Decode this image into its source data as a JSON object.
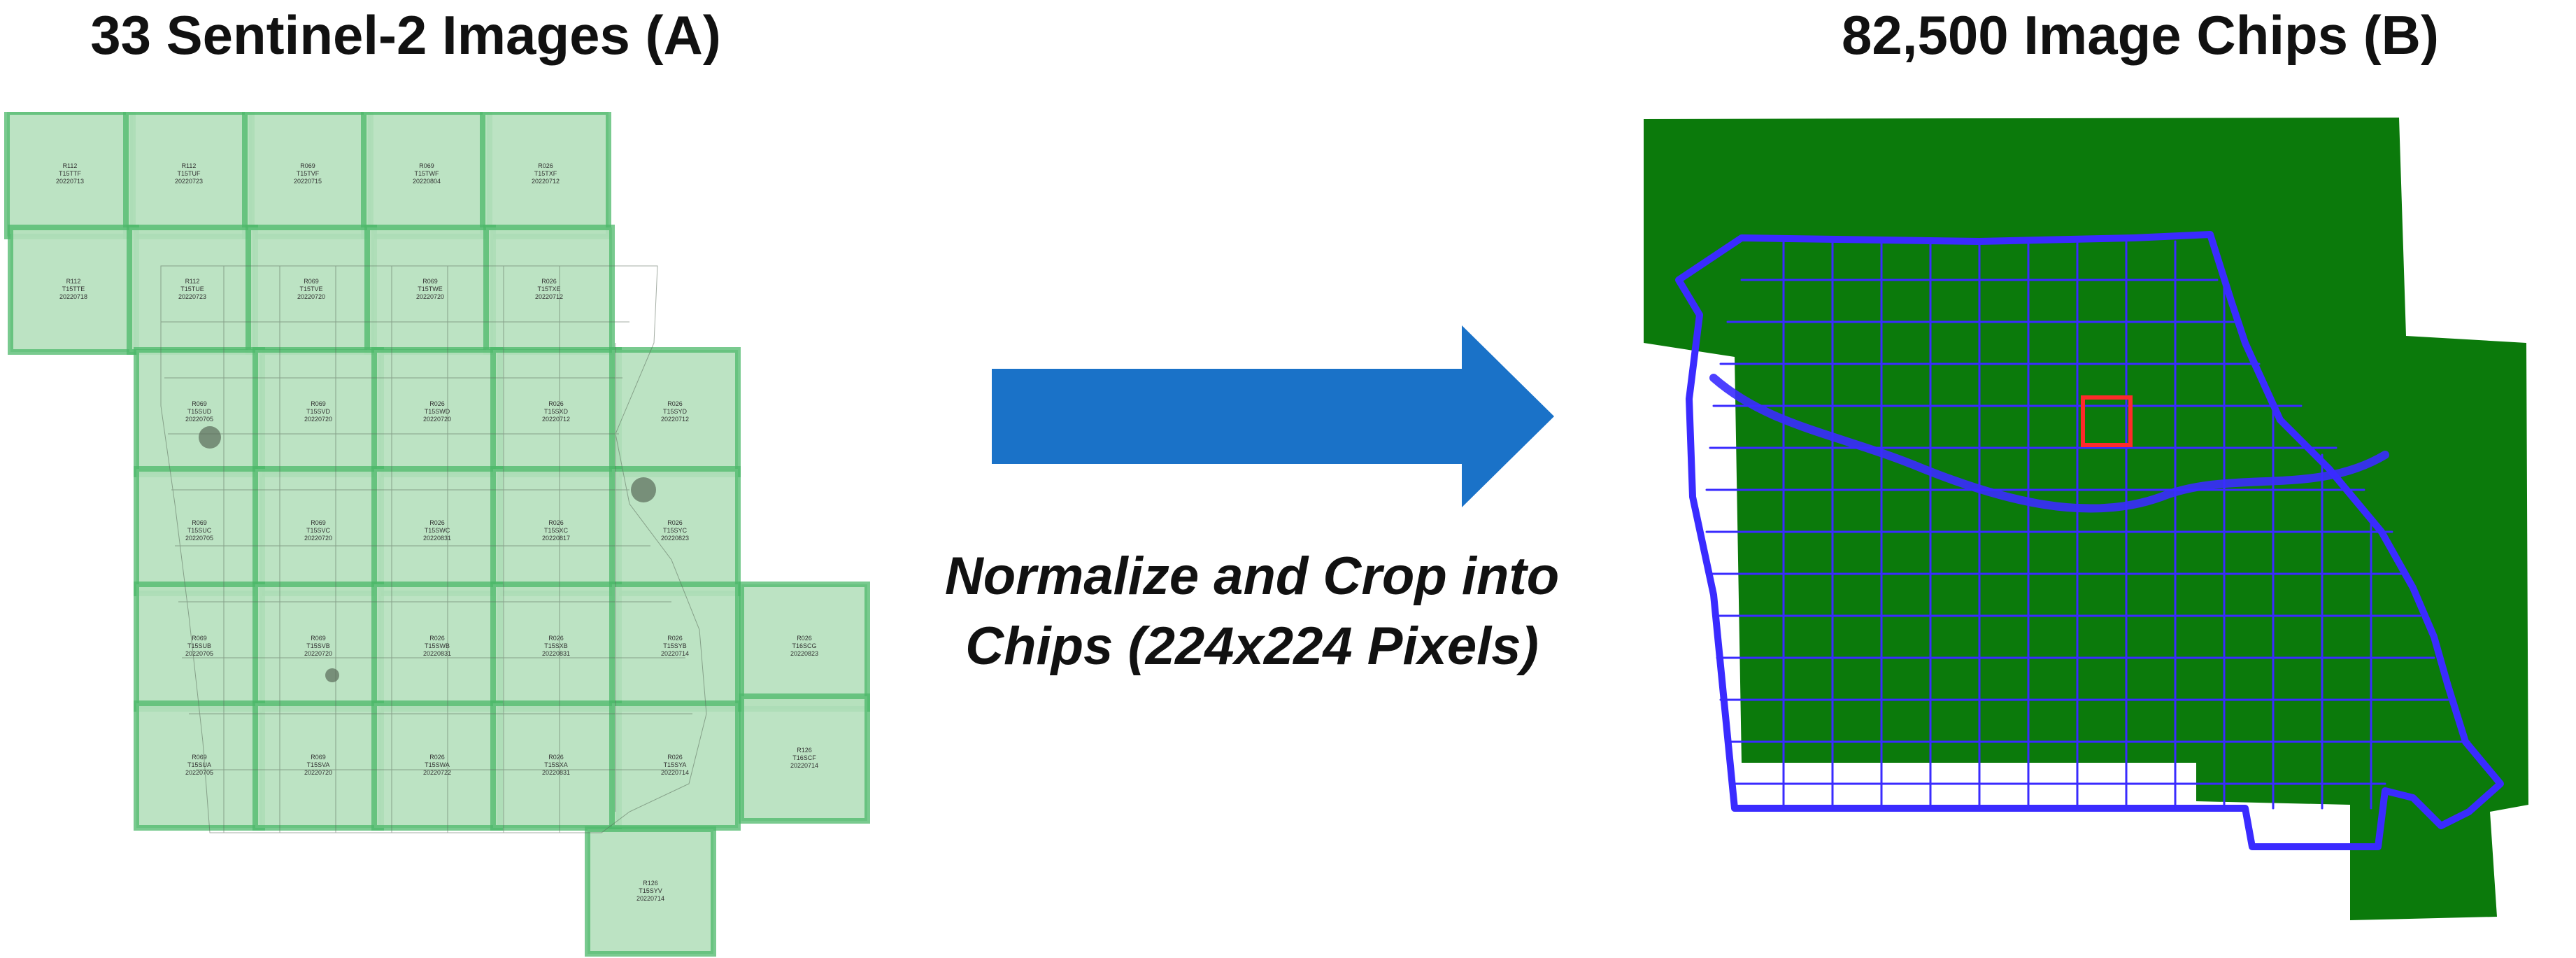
{
  "titles": {
    "left": "33 Sentinel-2 Images (A)",
    "right": "82,500 Image Chips (B)"
  },
  "caption": {
    "line1": "Normalize and Crop  into",
    "line2": "Chips (224x224 Pixels)"
  },
  "colors": {
    "tile_fill": "#b5e0bd",
    "tile_overlap": "#4cb86a",
    "arrow": "#1a72c8",
    "chip_fill": "#0b7a0b",
    "boundary": "#3a2bff",
    "highlight": "#ff2a2a"
  },
  "tiles": [
    {
      "label": "R112\nT15TTF\n20220713"
    },
    {
      "label": "R112\nT15TUF\n20220723"
    },
    {
      "label": "R069\nT15TVF\n20220715"
    },
    {
      "label": "R069\nT15TWF\n20220804"
    },
    {
      "label": "R026\nT15TXF\n20220712"
    },
    {
      "label": "R112\nT15TTE\n20220718"
    },
    {
      "label": "R112\nT15TUE\n20220723"
    },
    {
      "label": "R069\nT15TVE\n20220720"
    },
    {
      "label": "R069\nT15TWE\n20220720"
    },
    {
      "label": "R026\nT15TXE\n20220712"
    },
    {
      "label": "R069\nT15SUD\n20220705"
    },
    {
      "label": "R069\nT15SVD\n20220720"
    },
    {
      "label": "R026\nT15SWD\n20220720"
    },
    {
      "label": "R026\nT15SXD\n20220712"
    },
    {
      "label": "R026\nT15SYD\n20220712"
    },
    {
      "label": "R069\nT15SUC\n20220705"
    },
    {
      "label": "R069\nT15SVC\n20220720"
    },
    {
      "label": "R026\nT15SWC\n20220831"
    },
    {
      "label": "R026\nT15SXC\n20220817"
    },
    {
      "label": "R026\nT15SYC\n20220823"
    },
    {
      "label": "R069\nT15SUB\n20220705"
    },
    {
      "label": "R069\nT15SVB\n20220720"
    },
    {
      "label": "R026\nT15SWB\n20220831"
    },
    {
      "label": "R026\nT15SXB\n20220831"
    },
    {
      "label": "R026\nT15SYB\n20220714"
    },
    {
      "label": "R026\nT16SCG\n20220823"
    },
    {
      "label": "R069\nT15SUA\n20220705"
    },
    {
      "label": "R069\nT15SVA\n20220720"
    },
    {
      "label": "R026\nT15SWA\n20220722"
    },
    {
      "label": "R026\nT15SXA\n20220831"
    },
    {
      "label": "R026\nT15SYA\n20220714"
    },
    {
      "label": "R126\nT16SCF\n20220714"
    },
    {
      "label": "R126\nT15SYV\n20220714"
    }
  ]
}
